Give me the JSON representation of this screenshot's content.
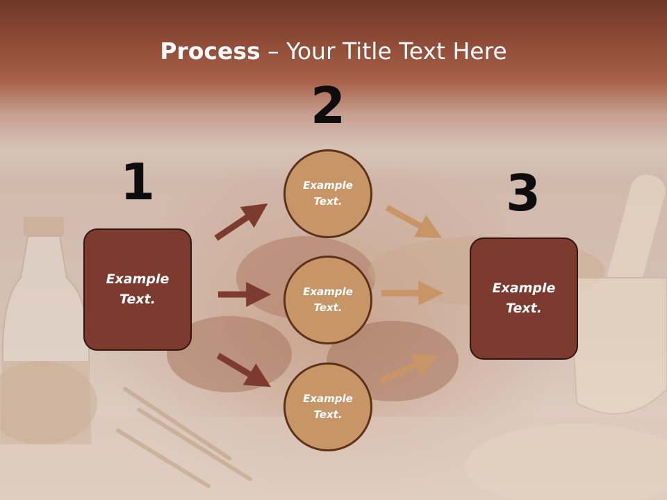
{
  "slide": {
    "title_bold": "Process",
    "title_rest": " – Your Title Text Here",
    "numbers": [
      "1",
      "2",
      "3"
    ],
    "box_left": {
      "text": "Example Text."
    },
    "box_right": {
      "text": "Example Text."
    },
    "circles": [
      {
        "text": "Example Text."
      },
      {
        "text": "Example Text."
      },
      {
        "text": "Example Text."
      }
    ]
  },
  "colors": {
    "title_bar": "#8e4b36",
    "box_fill": "#7d3a2e",
    "circle_fill": "#c89566",
    "arrow_dark": "#7d3a2e",
    "arrow_light": "#c89566",
    "number_text": "#0d0d0d"
  },
  "icons": {
    "background": "bakery-photo (bread, wheat, oil bottle, mortar)"
  }
}
